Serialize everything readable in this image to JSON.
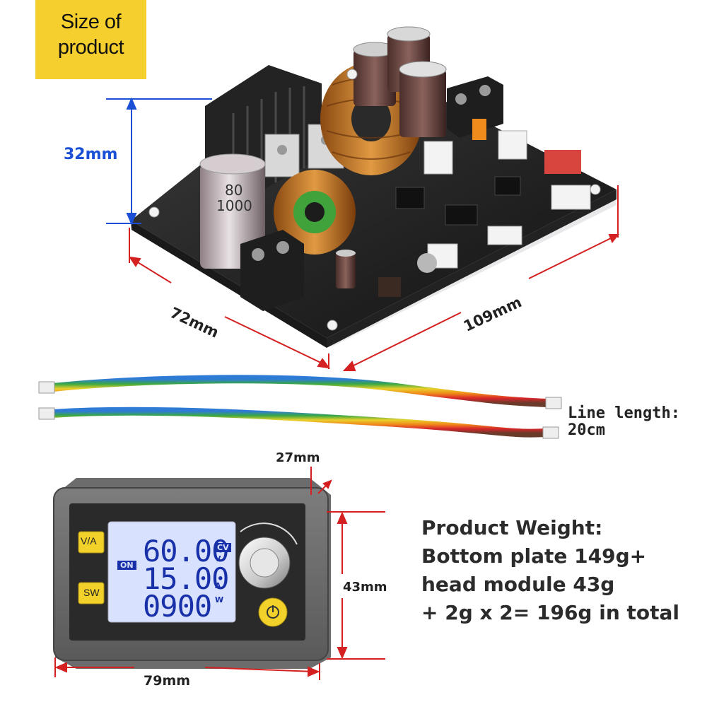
{
  "badge": {
    "line1": "Size of",
    "line2": "product"
  },
  "board_dims": {
    "height": "32mm",
    "width": "72mm",
    "length": "109mm"
  },
  "cable": {
    "label_line1": "Line length:",
    "label_line2": "20cm"
  },
  "module_dims": {
    "depth": "27mm",
    "height": "43mm",
    "width": "79mm"
  },
  "lcd": {
    "voltage": "60.00",
    "current": "15.00",
    "power": "0900",
    "cv": "CV",
    "on": "ON",
    "unit_v": "V",
    "unit_a": "A",
    "unit_w": "W",
    "btn_va": "V/A",
    "btn_sw": "SW"
  },
  "board_print": {
    "cap_line1": "80",
    "cap_line2": "1000"
  },
  "weight": {
    "line1": "Product Weight:",
    "line2": "Bottom plate 149g+",
    "line3": "head module 43g",
    "line4": "+ 2g x 2= 196g in total"
  },
  "colors": {
    "badge": "#f5cf2e",
    "dimension_blue": "#1a4fd6",
    "dimension_red": "#d42020",
    "lcd_bg": "#d8e2ff"
  }
}
